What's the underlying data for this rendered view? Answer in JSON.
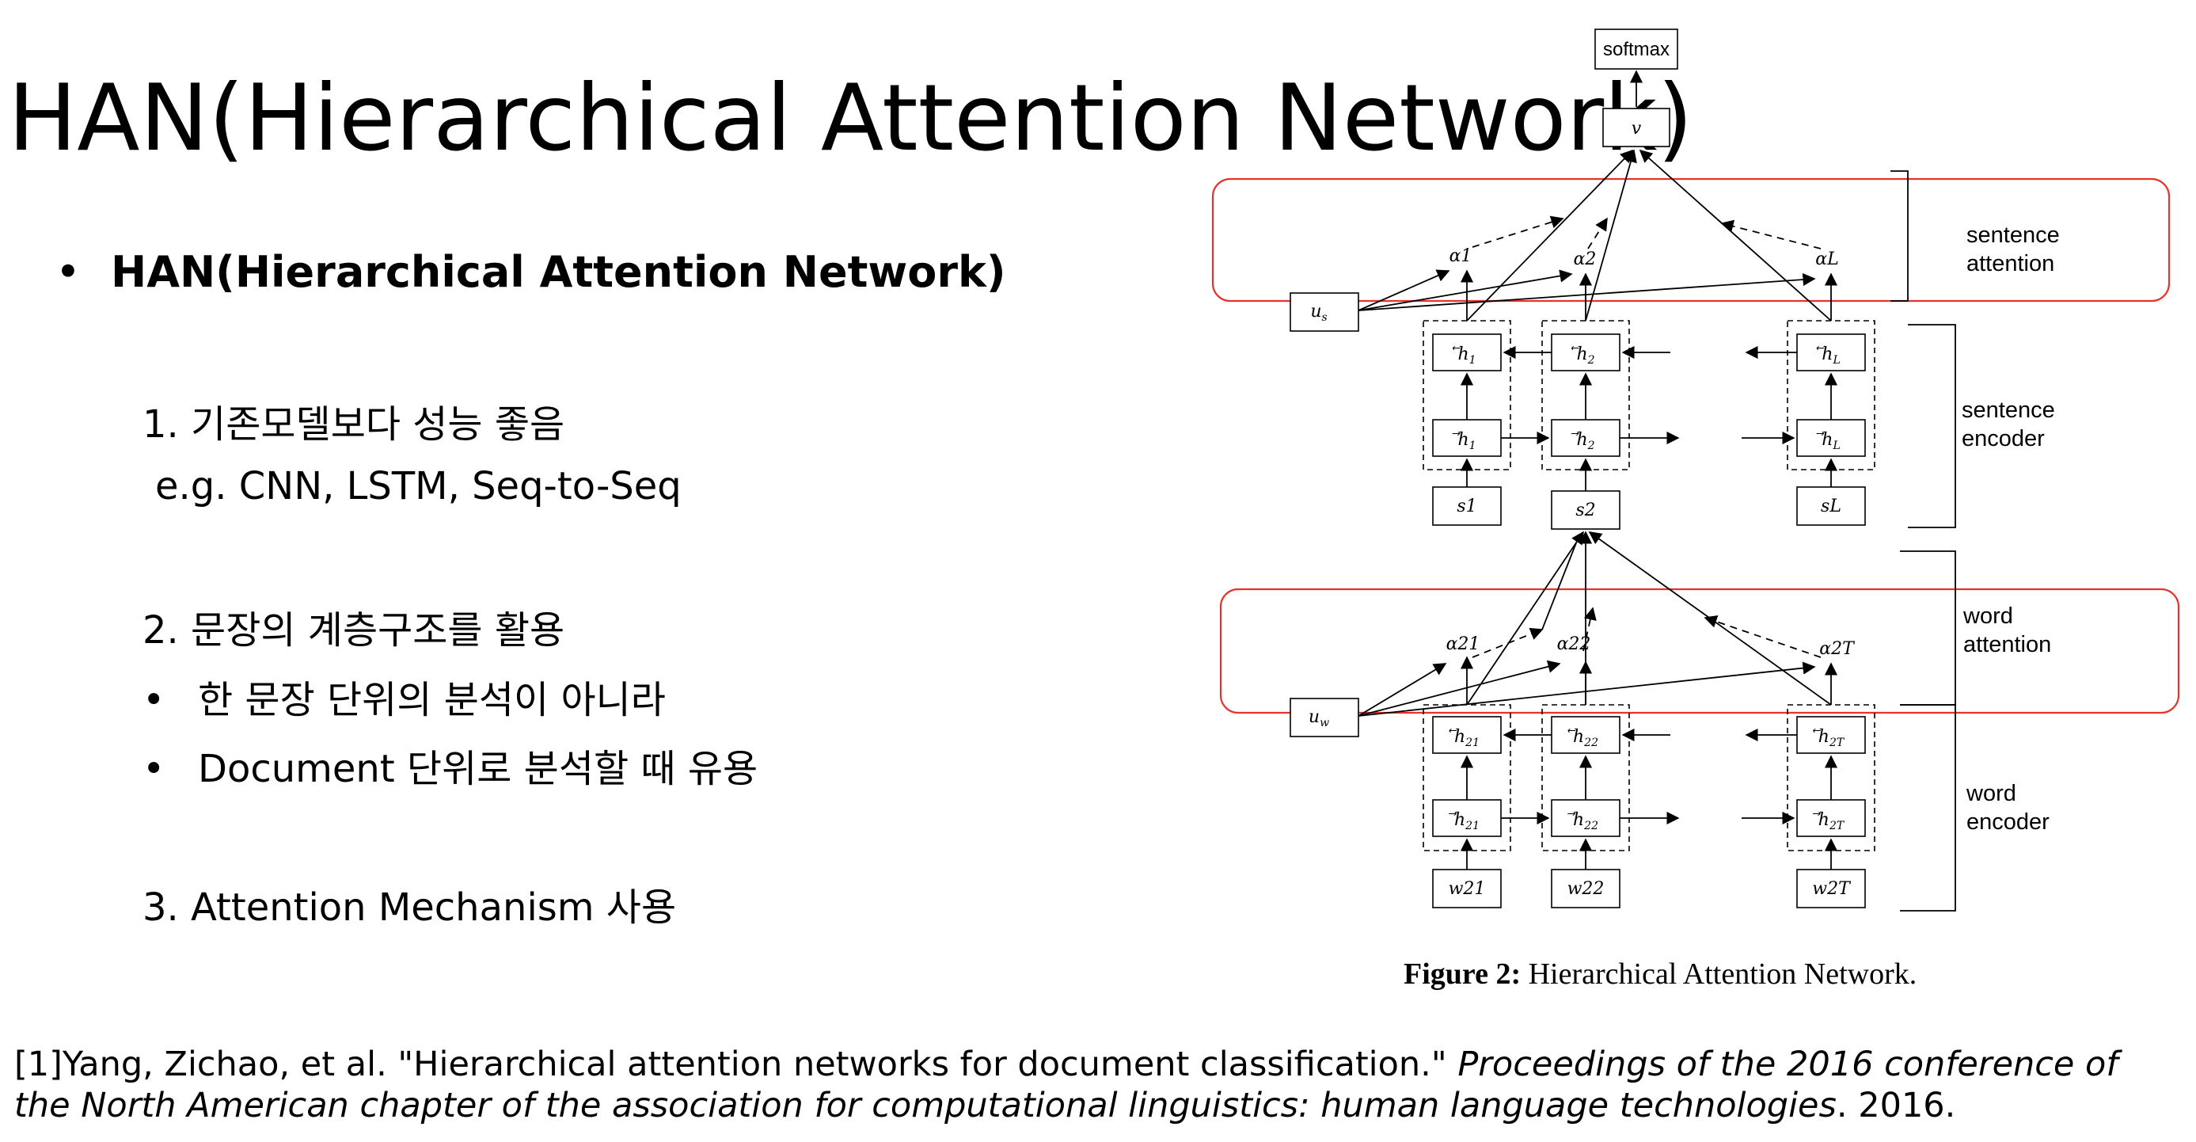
{
  "slide": {
    "title": "HAN(Hierarchical Attention Network)",
    "bullet": "HAN(Hierarchical Attention Network)",
    "bullet_marker": "•",
    "point1": "1.   기존모델보다 성능 좋음",
    "point1_example": "e.g. CNN, LSTM, Seq-to-Seq",
    "point2": "2. 문장의 계층구조를 활용",
    "point2_subs": [
      "한 문장 단위의 분석이 아니라",
      "Document 단위로 분석할 때 유용"
    ],
    "point3": "3. Attention Mechanism 사용",
    "reference_plain": "[1]Yang, Zichao, et al. \"Hierarchical attention networks for document classification.\" ",
    "reference_italic": "Proceedings of the 2016 conference of the North American chapter of the association for computational linguistics: human language technologies",
    "reference_tail": ". 2016."
  },
  "figure": {
    "softmax": "softmax",
    "v": "v",
    "us": "u",
    "us_sub": "s",
    "uw": "u",
    "uw_sub": "w",
    "alphas_sentence": [
      "α1",
      "α2",
      "αL"
    ],
    "alphas_word": [
      "α21",
      "α22",
      "α2T"
    ],
    "sentence_inputs": [
      "s1",
      "s2",
      "sL"
    ],
    "word_inputs": [
      "w21",
      "w22",
      "w2T"
    ],
    "h_sentence_sub": [
      "1",
      "2",
      "L"
    ],
    "h_word_sub": [
      "21",
      "22",
      "2T"
    ],
    "side_labels": {
      "sentence_attention": [
        "sentence",
        "attention"
      ],
      "sentence_encoder": [
        "sentence",
        "encoder"
      ],
      "word_attention": [
        "word",
        "attention"
      ],
      "word_encoder": [
        "word",
        "encoder"
      ]
    },
    "caption_bold": "Figure 2:",
    "caption_text": " Hierarchical Attention Network.",
    "accent_color": "#e8322e"
  }
}
